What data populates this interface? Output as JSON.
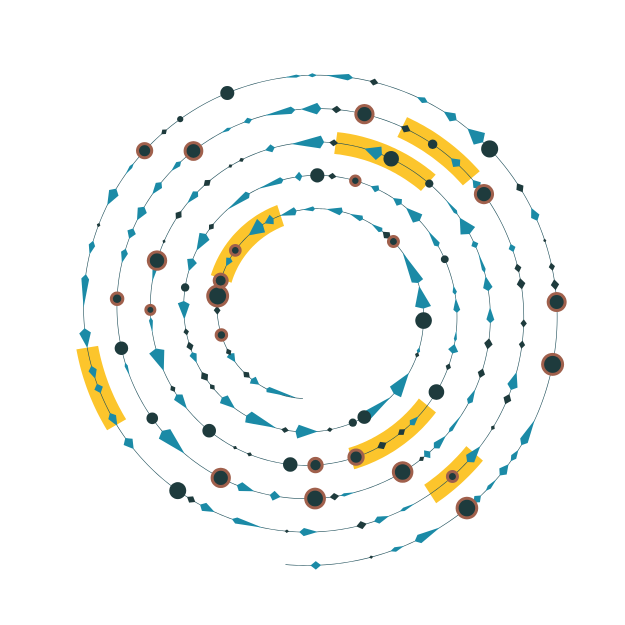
{
  "diagram": {
    "type": "spiral-track",
    "turns": 5,
    "colors": {
      "background": "#ffffff",
      "track_line": "#1f4f5a",
      "wedge": "#1b8aa6",
      "node": "#1e3b3d",
      "node_halo": "#a0604c",
      "highlight": "#fcc52c"
    },
    "highlights": [
      {
        "turn": 0,
        "from_deg": 200,
        "to_deg": 252
      },
      {
        "turn": 1,
        "from_deg": 39,
        "to_deg": 75
      },
      {
        "turn": 2,
        "from_deg": 278,
        "to_deg": 312
      },
      {
        "turn": 3,
        "from_deg": 41,
        "to_deg": 57
      },
      {
        "turn": 3,
        "from_deg": 296,
        "to_deg": 320
      },
      {
        "turn": 4,
        "from_deg": 150,
        "to_deg": 171
      }
    ]
  }
}
